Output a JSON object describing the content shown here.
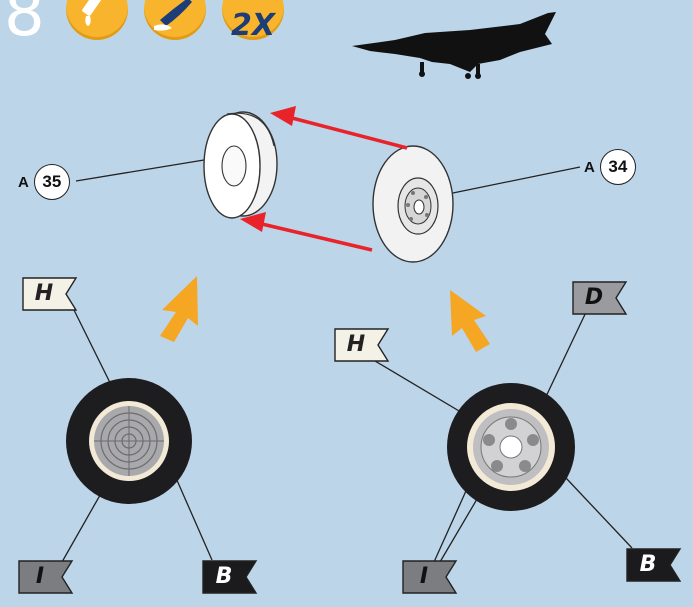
{
  "step": {
    "number": "8",
    "quantity": "2X"
  },
  "tool_icons": [
    "glue-icon",
    "paint-brush-icon"
  ],
  "callouts": [
    {
      "prefix": "A",
      "number": "35"
    },
    {
      "prefix": "A",
      "number": "34"
    }
  ],
  "color_flags": [
    {
      "letter": "H",
      "fill": "#f4f1e6",
      "text_color": "#222222"
    },
    {
      "letter": "I",
      "fill": "#7c7d80",
      "text_color": "#111111"
    },
    {
      "letter": "B",
      "fill": "#1b1b1d",
      "text_color": "#ffffff"
    },
    {
      "letter": "H",
      "fill": "#f4f1e6",
      "text_color": "#222222"
    },
    {
      "letter": "D",
      "fill": "#9a9b9e",
      "text_color": "#111111"
    },
    {
      "letter": "I",
      "fill": "#7c7d80",
      "text_color": "#111111"
    },
    {
      "letter": "B",
      "fill": "#1b1b1d",
      "text_color": "#ffffff"
    }
  ],
  "colors": {
    "background": "#bcd5e9",
    "badge": "#f7b42c",
    "assembly_arrow": "#e8232a",
    "direction_arrow": "#f5a623",
    "tire": "#1d1d20"
  }
}
